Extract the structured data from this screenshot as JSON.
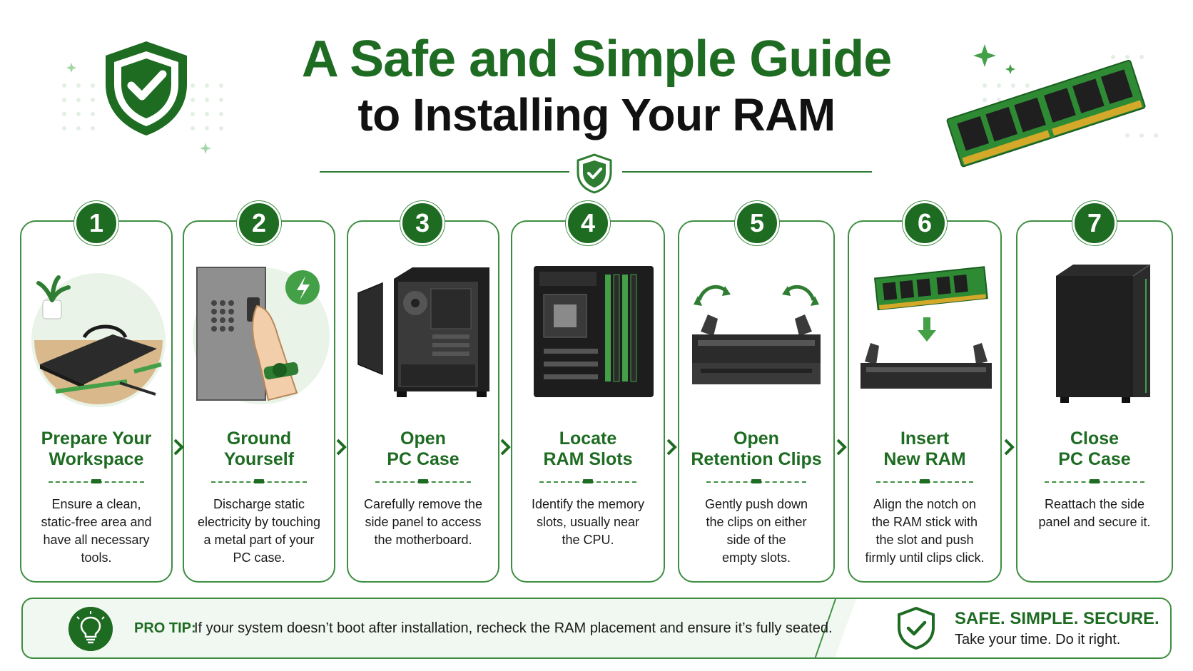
{
  "header": {
    "title_line1": "A Safe and Simple Guide",
    "title_line2": "to Installing Your RAM",
    "shield_icon": "shield-check-icon",
    "ram_icon": "ram-module-icon"
  },
  "steps": [
    {
      "number": "1",
      "title_line1": "Prepare Your",
      "title_line2": "Workspace",
      "desc": [
        "Ensure a clean,",
        "static-free area and",
        "have all necessary tools."
      ],
      "icon": "workspace-mat-icon"
    },
    {
      "number": "2",
      "title_line1": "Ground",
      "title_line2": "Yourself",
      "desc": [
        "Discharge static",
        "electricity by touching",
        "a metal part of your",
        "PC case."
      ],
      "icon": "antistatic-wrist-strap-icon"
    },
    {
      "number": "3",
      "title_line1": "Open",
      "title_line2": "PC Case",
      "desc": [
        "Carefully remove the",
        "side panel to access",
        "the motherboard."
      ],
      "icon": "open-pc-case-icon"
    },
    {
      "number": "4",
      "title_line1": "Locate",
      "title_line2": "RAM Slots",
      "desc": [
        "Identify the memory",
        "slots, usually near",
        "the CPU."
      ],
      "icon": "motherboard-icon"
    },
    {
      "number": "5",
      "title_line1": "Open",
      "title_line2": "Retention Clips",
      "desc": [
        "Gently push down",
        "the clips on either",
        "side of the",
        "empty slots."
      ],
      "icon": "retention-clips-icon"
    },
    {
      "number": "6",
      "title_line1": "Insert",
      "title_line2": "New RAM",
      "desc": [
        "Align the notch on",
        "the RAM stick with",
        "the slot and push",
        "firmly until clips click."
      ],
      "icon": "insert-ram-icon"
    },
    {
      "number": "7",
      "title_line1": "Close",
      "title_line2": "PC Case",
      "desc": [
        "Reattach the side",
        "panel and secure it."
      ],
      "icon": "closed-pc-case-icon"
    }
  ],
  "footer": {
    "tip_label": "PRO TIP:",
    "tip_text": "If your system doesn’t boot after installation, recheck the RAM placement and ensure it’s fully seated.",
    "tip_icon": "lightbulb-icon",
    "secure_title": "SAFE. SIMPLE. SECURE.",
    "secure_subtitle": "Take your time. Do it right.",
    "secure_icon": "shield-check-icon"
  },
  "colors": {
    "brand_green": "#1e6b22",
    "accent_green": "#3e8e41",
    "bright_green": "#43a047",
    "dark_gray": "#2b2b2b"
  }
}
